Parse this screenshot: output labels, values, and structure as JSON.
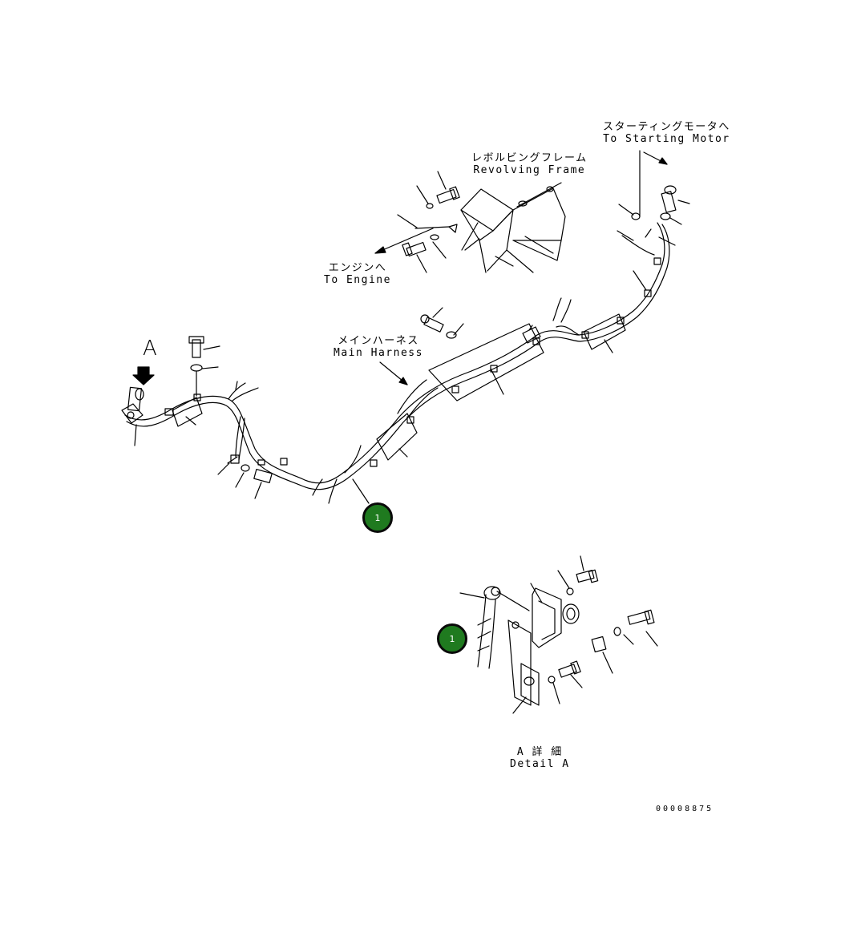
{
  "labels": {
    "starting_motor_jp": "スターティングモータへ",
    "starting_motor_en": "To Starting Motor",
    "revolving_frame_jp": "レボルビングフレーム",
    "revolving_frame_en": "Revolving Frame",
    "engine_jp": "エンジンへ",
    "engine_en": "To Engine",
    "main_harness_jp": "メインハーネス",
    "main_harness_en": "Main Harness",
    "view_letter": "A",
    "detail_jp": "A 詳 細",
    "detail_en": "Detail A"
  },
  "callouts": [
    {
      "number": "1"
    },
    {
      "number": "1"
    }
  ],
  "drawing_number": "00008875",
  "colors": {
    "callout_fill": "#1f7a1f",
    "line": "#000000"
  }
}
